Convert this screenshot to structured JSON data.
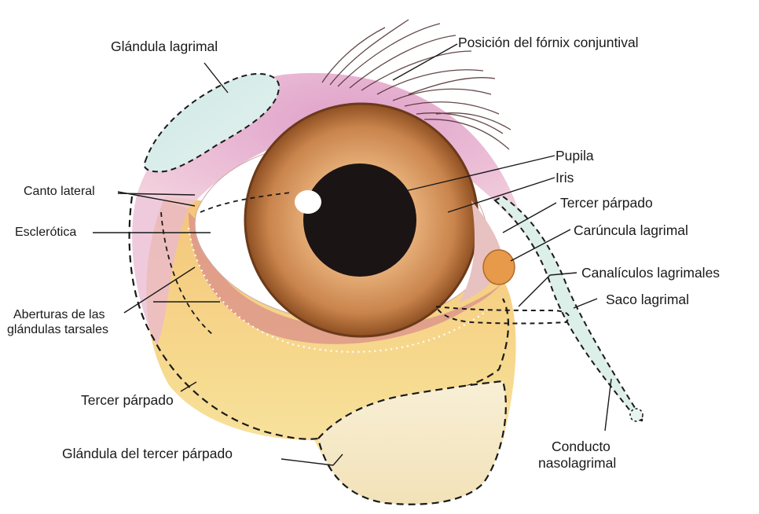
{
  "labels": {
    "glandula_lagrimal": "Glándula lagrimal",
    "posicion_fornix": "Posición del fórnix conjuntival",
    "pupila": "Pupila",
    "iris": "Iris",
    "tercer_parpado_right": "Tercer párpado",
    "caruncula": "Carúncula lagrimal",
    "canaliculos": "Canalículos lagrimales",
    "saco": "Saco lagrimal",
    "canto_lateral": "Canto lateral",
    "esclerotica": "Esclerótica",
    "aberturas_line1": "Aberturas de las",
    "aberturas_line2": "glándulas tarsales",
    "tercer_parpado_left": "Tercer párpado",
    "glandula_tercer": "Glándula del tercer párpado",
    "conducto_line1": "Conducto",
    "conducto_line2": "nasolagrimal"
  },
  "colors": {
    "iris_outer": "#9a5a2a",
    "iris_inner": "#e0a66e",
    "pupil": "#1b1414",
    "eyelid_pink": "#e6a7c8",
    "skin_yellow": "#f2d476",
    "lacrimal_gland": "#cfe7e4",
    "sclera": "#ffffff",
    "outline_dash": "#1a1a1a"
  }
}
